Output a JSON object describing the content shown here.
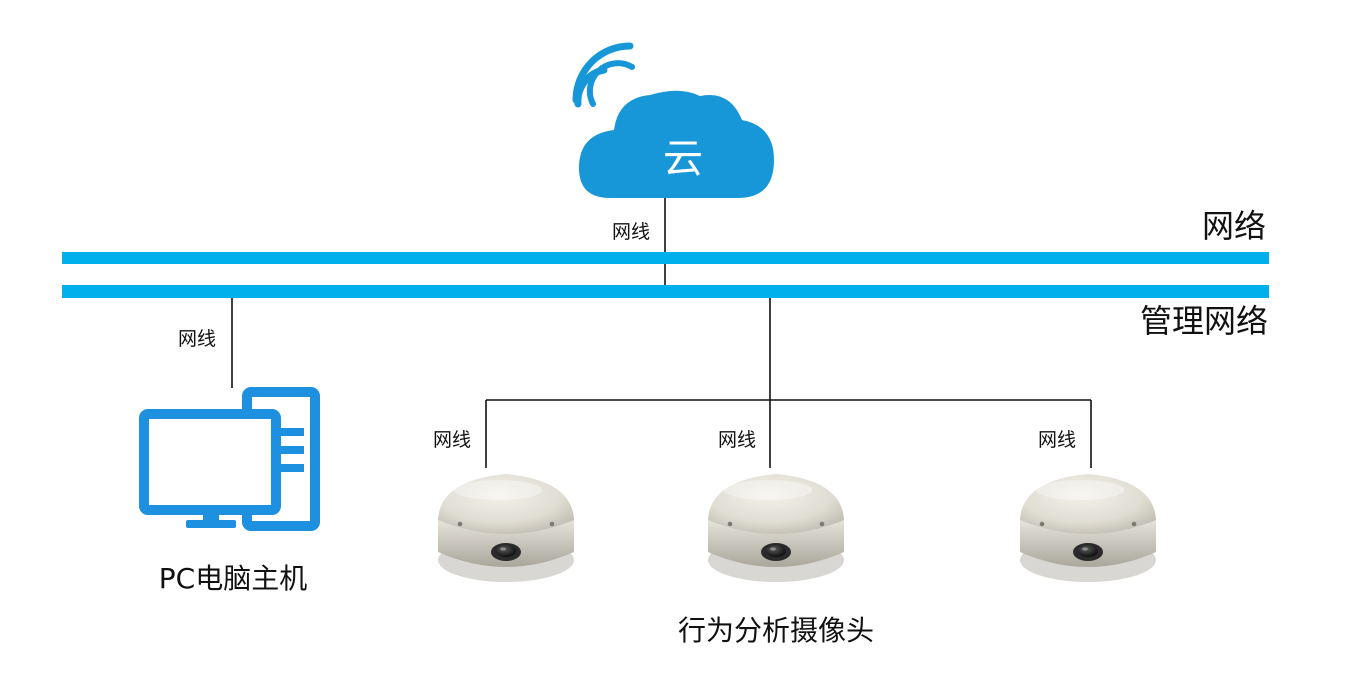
{
  "cloud": {
    "label": "云",
    "color": "#1897d8"
  },
  "network": {
    "top_label": "网络",
    "bottom_label": "管理网络",
    "bus_color": "#00b0ec"
  },
  "cable_label": "网线",
  "pc": {
    "label": "PC电脑主机",
    "icon_color": "#1e90e0"
  },
  "cameras": {
    "label": "行为分析摄像头",
    "count": 3
  }
}
